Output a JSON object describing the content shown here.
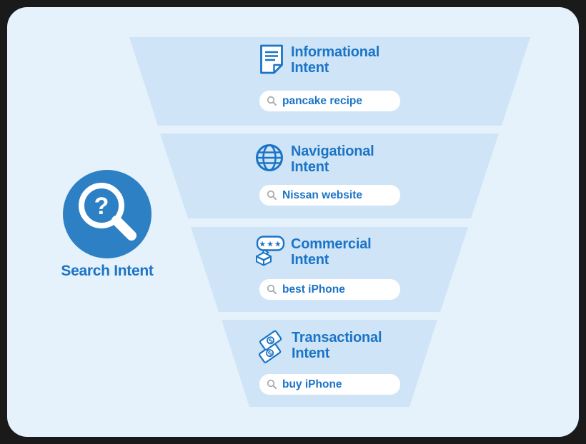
{
  "diagram": {
    "title": "Search Intent",
    "hub": {
      "label": "Search Intent",
      "icon": "magnifier-question-icon",
      "icon_glyph": "?"
    },
    "funnel": {
      "stages": [
        {
          "name": "informational-intent",
          "icon": "document-icon",
          "title": "Informational\nIntent",
          "example_query": "pancake recipe"
        },
        {
          "name": "navigational-intent",
          "icon": "globe-icon",
          "title": "Navigational\nIntent",
          "example_query": "Nissan website"
        },
        {
          "name": "commercial-intent",
          "icon": "review-bubble-box-icon",
          "icon_stars": "★★★",
          "title": "Commercial\nIntent",
          "example_query": "best iPhone"
        },
        {
          "name": "transactional-intent",
          "icon": "banknotes-icon",
          "icon_dollar": "$",
          "title": "Transactional\nIntent",
          "example_query": "buy iPhone"
        }
      ]
    },
    "colors": {
      "accent_blue": "#1b74c6",
      "hub_circle_blue": "#2d80c3",
      "funnel_fill": "#cfe5f7",
      "card_background": "#e5f1fb",
      "frame_background": "#1a1a1a",
      "pill_background": "#ffffff",
      "search_icon_gray": "#a9aeb4"
    }
  }
}
